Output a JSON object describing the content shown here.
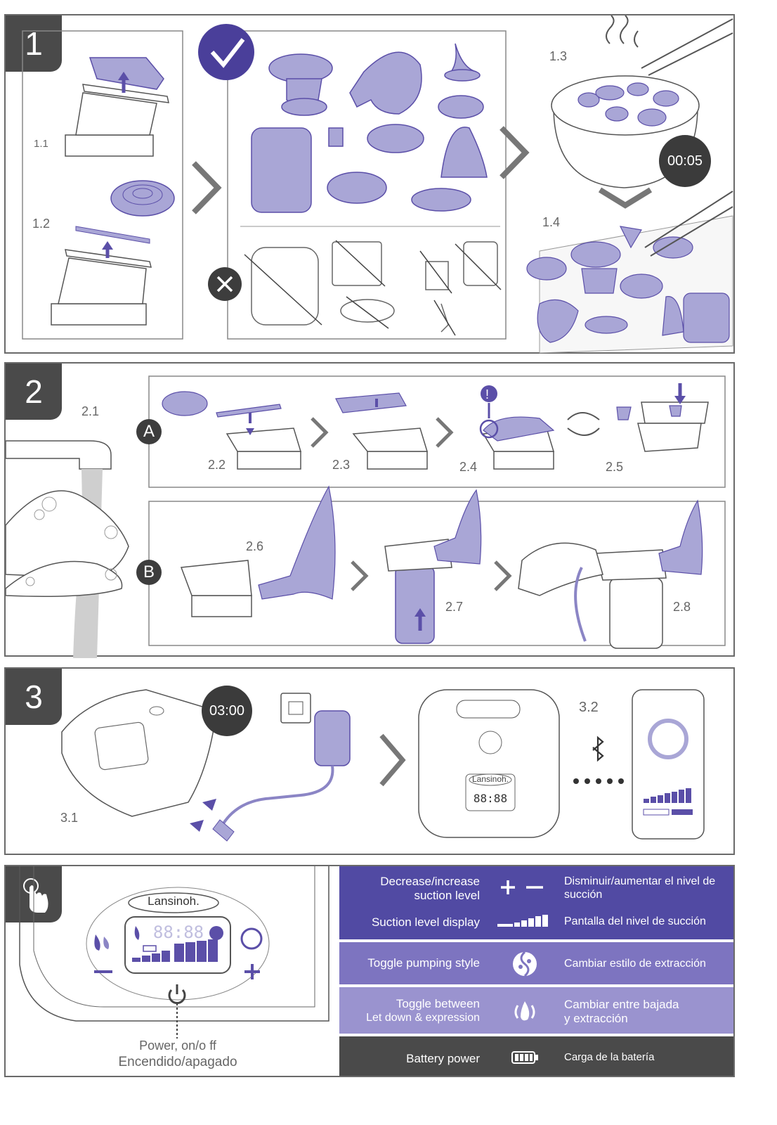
{
  "steps": {
    "s1": {
      "number": "1",
      "labels": {
        "l11": "1.1",
        "l12": "1.2",
        "l13": "1.3",
        "l14": "1.4"
      },
      "timer": "00:05"
    },
    "s2": {
      "number": "2",
      "labels": {
        "l21": "2.1",
        "l22": "2.2",
        "l23": "2.3",
        "l24": "2.4",
        "l25": "2.5",
        "l26": "2.6",
        "l27": "2.7",
        "l28": "2.8"
      },
      "badge_a": "A",
      "badge_b": "B"
    },
    "s3": {
      "number": "3",
      "labels": {
        "l31": "3.1",
        "l32": "3.2"
      },
      "timer": "03:00"
    }
  },
  "device": {
    "brand": "Lansinoh.",
    "lcd_digits": "88:88"
  },
  "power_caption": {
    "en": "Power, on/o ff",
    "es": "Encendido/apagado"
  },
  "legend": [
    {
      "en": "Decrease/increase suction level",
      "es": "Disminuir/aumentar el nivel de succión",
      "icon": "plus-minus-icon"
    },
    {
      "en": "Suction level display",
      "es": "Pantalla del nivel de succión",
      "icon": "suction-bars-icon"
    },
    {
      "en": "Toggle pumping style",
      "es": "Cambiar estilo de extracción",
      "icon": "pumping-style-icon"
    },
    {
      "en_line1": "Toggle between",
      "en_line2": "Let down & expression",
      "es_line1": "Cambiar entre bajada",
      "es_line2": "y extracción",
      "icon": "letdown-icon"
    },
    {
      "en": "Battery power",
      "es": "Carga de la batería",
      "icon": "battery-icon"
    }
  ],
  "colors": {
    "accent": "#5b4fa8",
    "part_fill": "#a9a6d6",
    "panel_border": "#6a6a6a",
    "dark": "#3d3d3d",
    "row1": "#514aa3",
    "row2": "#7d74c0",
    "row3": "#9a93cf",
    "row4": "#4a4a4a"
  }
}
